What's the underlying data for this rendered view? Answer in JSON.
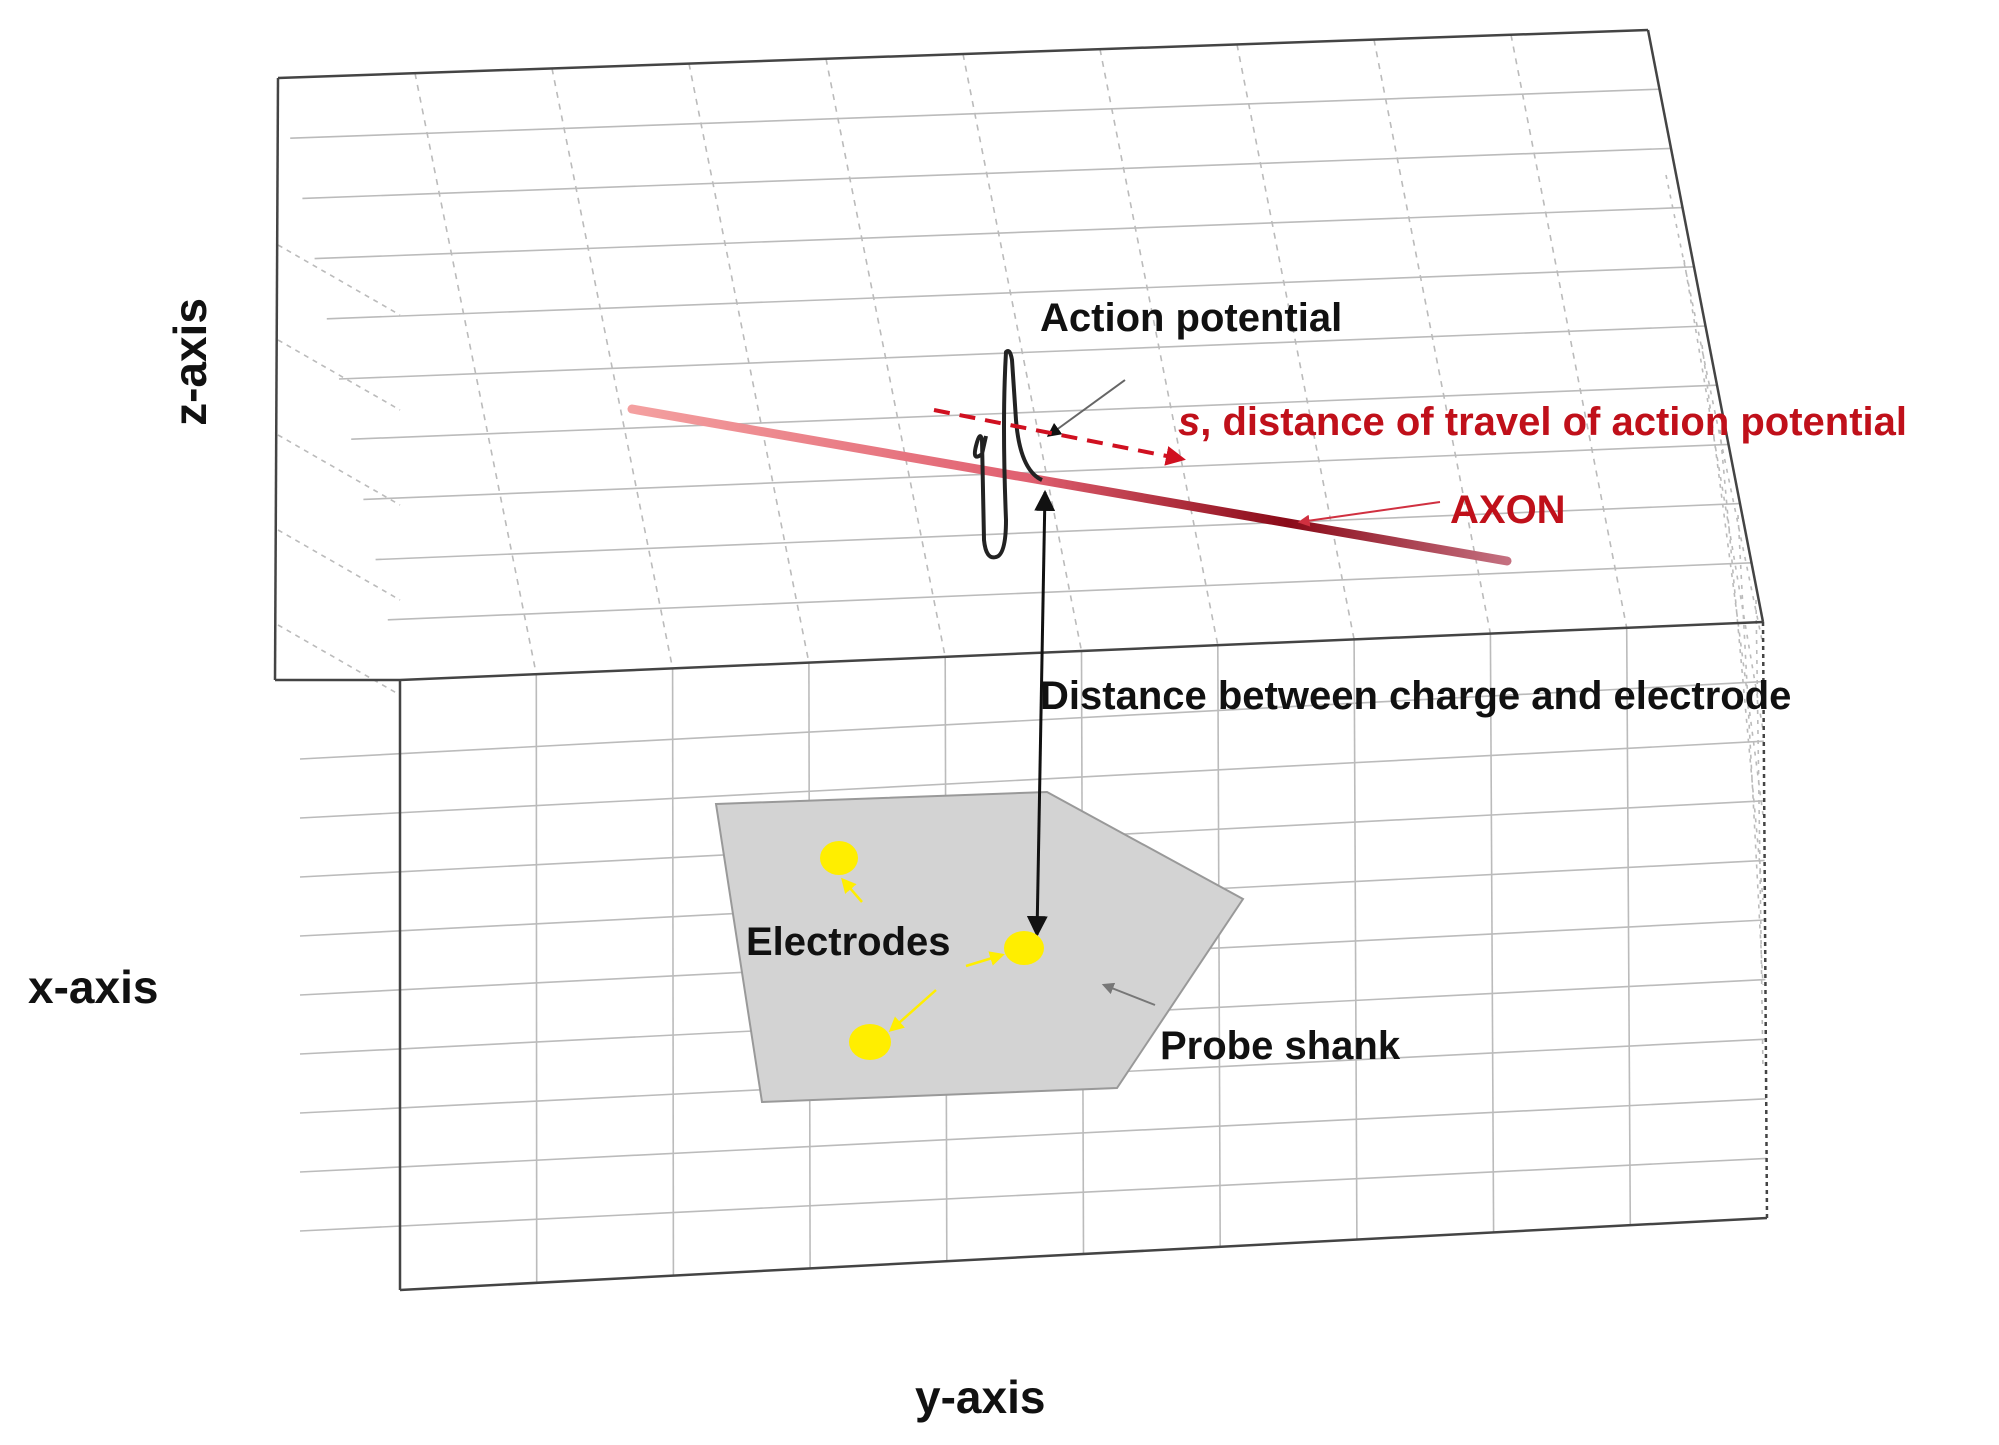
{
  "labels": {
    "z_axis": "z-axis",
    "x_axis": "x-axis",
    "y_axis": "y-axis",
    "action_potential": "Action potential",
    "distance_of_travel_symbol": "s",
    "distance_of_travel": ", distance of travel of action potential",
    "axon": "AXON",
    "distance_charge_electrode": "Distance between charge and electrode",
    "electrodes": "Electrodes",
    "probe_shank": "Probe shank"
  },
  "colors": {
    "axon": "#b01020",
    "annotation_red": "#c0101a",
    "electrode": "#ffee00",
    "probe_shank": "#d3d3d3",
    "grid": "#bbbbbb",
    "frame": "#444444"
  }
}
